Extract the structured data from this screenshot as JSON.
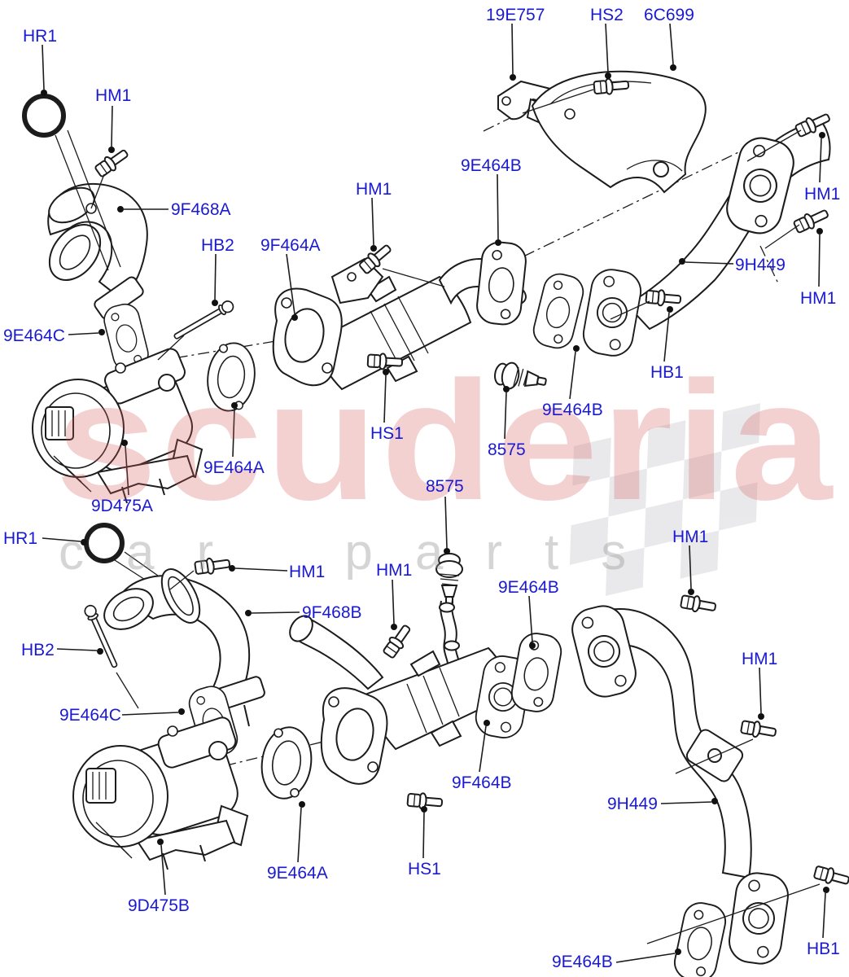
{
  "watermark": {
    "brand": "scuderia",
    "tagline": "car parts",
    "brand_color": "#d95858",
    "tagline_color": "#969696",
    "flag_color": "#d8d8dc"
  },
  "colors": {
    "label_color": "#1a1ad2",
    "line_color": "#1c1c1c",
    "background": "#ffffff"
  },
  "diagram": {
    "description": "Exploded parts diagram, EGR system: valves, coolers, pipes, gaskets and fixings",
    "parts": [
      "9D475A",
      "9D475B",
      "9F468A",
      "9F468B",
      "9F464A",
      "9F464B",
      "9H449",
      "9E464A",
      "9E464B",
      "9E464C",
      "8575",
      "6C699",
      "19E757"
    ],
    "fixings": [
      "HR1",
      "HM1",
      "HB1",
      "HB2",
      "HS1",
      "HS2"
    ]
  },
  "labels": [
    {
      "id": "hr1-upper",
      "text": "HR1"
    },
    {
      "id": "hm1-upper-left",
      "text": "HM1"
    },
    {
      "id": "9f468a",
      "text": "9F468A"
    },
    {
      "id": "hb2-upper",
      "text": "HB2"
    },
    {
      "id": "9f464a",
      "text": "9F464A"
    },
    {
      "id": "hm1-upper-mid",
      "text": "HM1"
    },
    {
      "id": "9e464b-top",
      "text": "9E464B"
    },
    {
      "id": "19e757",
      "text": "19E757"
    },
    {
      "id": "hs2",
      "text": "HS2"
    },
    {
      "id": "6c699",
      "text": "6C699"
    },
    {
      "id": "hm1-top-right",
      "text": "HM1"
    },
    {
      "id": "9h449-upper",
      "text": "9H449"
    },
    {
      "id": "hm1-right-2",
      "text": "HM1"
    },
    {
      "id": "9e464c-upper",
      "text": "9E464C"
    },
    {
      "id": "hb1-upper",
      "text": "HB1"
    },
    {
      "id": "9e464b-mid",
      "text": "9E464B"
    },
    {
      "id": "hs1-upper",
      "text": "HS1"
    },
    {
      "id": "8575-upper",
      "text": "8575"
    },
    {
      "id": "9e464a-upper",
      "text": "9E464A"
    },
    {
      "id": "9d475a",
      "text": "9D475A"
    },
    {
      "id": "8575-lower",
      "text": "8575"
    },
    {
      "id": "hr1-lower",
      "text": "HR1"
    },
    {
      "id": "hm1-lower-left",
      "text": "HM1"
    },
    {
      "id": "hm1-lower-mid",
      "text": "HM1"
    },
    {
      "id": "9e464b-lower-mid",
      "text": "9E464B"
    },
    {
      "id": "hm1-lower-right-1",
      "text": "HM1"
    },
    {
      "id": "9f468b",
      "text": "9F468B"
    },
    {
      "id": "hb2-lower",
      "text": "HB2"
    },
    {
      "id": "hm1-lower-right-2",
      "text": "HM1"
    },
    {
      "id": "9e464c-lower",
      "text": "9E464C"
    },
    {
      "id": "9f464b",
      "text": "9F464B"
    },
    {
      "id": "9h449-lower",
      "text": "9H449"
    },
    {
      "id": "9e464a-lower",
      "text": "9E464A"
    },
    {
      "id": "hs1-lower",
      "text": "HS1"
    },
    {
      "id": "9d475b",
      "text": "9D475B"
    },
    {
      "id": "9e464b-bottom",
      "text": "9E464B"
    },
    {
      "id": "hb1-lower",
      "text": "HB1"
    }
  ]
}
